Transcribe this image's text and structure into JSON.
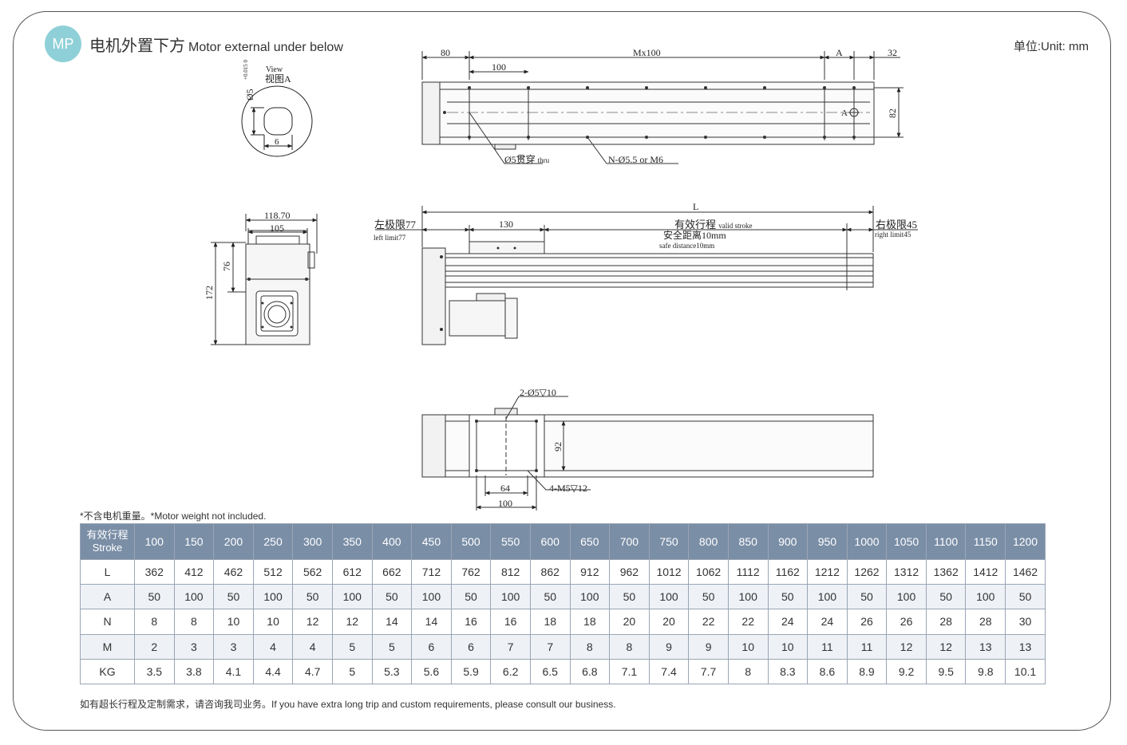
{
  "header": {
    "badge": "MP",
    "title_cn": "电机外置下方",
    "title_en": "Motor external under below",
    "unit": "单位:Unit: mm"
  },
  "view_a": {
    "view_label": "View",
    "view_cn": "视图A",
    "tolerance": "+0.015 0",
    "dia_label": "Ø5",
    "width_label": "6"
  },
  "top_view": {
    "dim_80": "80",
    "dim_m100": "Mx100",
    "dim_a": "A",
    "dim_32": "32",
    "dim_100": "100",
    "dim_82": "82",
    "marker_a": "A",
    "callout_thru": "Ø5贯穿",
    "callout_thru_en": "thru",
    "callout_holes": "N-Ø5.5 or M6"
  },
  "end_view": {
    "dim_118": "118.70",
    "dim_105": "105",
    "dim_76": "76",
    "dim_172": "172"
  },
  "side_view": {
    "dim_l": "L",
    "left_limit_cn": "左极限77",
    "left_limit_en": "left limit77",
    "dim_130": "130",
    "stroke_cn": "有效行程",
    "stroke_en": "valid stroke",
    "safe_cn": "安全距离10mm",
    "safe_en": "safe distance10mm",
    "right_limit_cn": "右极限45",
    "right_limit_en": "right limit45"
  },
  "bottom_view": {
    "callout_top": "2-Ø5▽10",
    "dim_92": "92",
    "dim_64": "64",
    "dim_100": "100",
    "callout_m5": "4-M5▽12"
  },
  "note_top": "*不含电机重量。*Motor weight not included.",
  "table": {
    "header_cn": "有效行程",
    "header_en": "Stroke",
    "strokes": [
      "100",
      "150",
      "200",
      "250",
      "300",
      "350",
      "400",
      "450",
      "500",
      "550",
      "600",
      "650",
      "700",
      "750",
      "800",
      "850",
      "900",
      "950",
      "1000",
      "1050",
      "1100",
      "1150",
      "1200"
    ],
    "rows": [
      {
        "label": "L",
        "values": [
          "362",
          "412",
          "462",
          "512",
          "562",
          "612",
          "662",
          "712",
          "762",
          "812",
          "862",
          "912",
          "962",
          "1012",
          "1062",
          "1112",
          "1162",
          "1212",
          "1262",
          "1312",
          "1362",
          "1412",
          "1462"
        ]
      },
      {
        "label": "A",
        "values": [
          "50",
          "100",
          "50",
          "100",
          "50",
          "100",
          "50",
          "100",
          "50",
          "100",
          "50",
          "100",
          "50",
          "100",
          "50",
          "100",
          "50",
          "100",
          "50",
          "100",
          "50",
          "100",
          "50"
        ]
      },
      {
        "label": "N",
        "values": [
          "8",
          "8",
          "10",
          "10",
          "12",
          "12",
          "14",
          "14",
          "16",
          "16",
          "18",
          "18",
          "20",
          "20",
          "22",
          "22",
          "24",
          "24",
          "26",
          "26",
          "28",
          "28",
          "30"
        ]
      },
      {
        "label": "M",
        "values": [
          "2",
          "3",
          "3",
          "4",
          "4",
          "5",
          "5",
          "6",
          "6",
          "7",
          "7",
          "8",
          "8",
          "9",
          "9",
          "10",
          "10",
          "11",
          "11",
          "12",
          "12",
          "13",
          "13"
        ]
      },
      {
        "label": "KG",
        "values": [
          "3.5",
          "3.8",
          "4.1",
          "4.4",
          "4.7",
          "5",
          "5.3",
          "5.6",
          "5.9",
          "6.2",
          "6.5",
          "6.8",
          "7.1",
          "7.4",
          "7.7",
          "8",
          "8.3",
          "8.6",
          "8.9",
          "9.2",
          "9.5",
          "9.8",
          "10.1"
        ]
      }
    ]
  },
  "footer": "如有超长行程及定制需求，请咨询我司业务。If you have extra long trip and custom requirements, please consult our business."
}
